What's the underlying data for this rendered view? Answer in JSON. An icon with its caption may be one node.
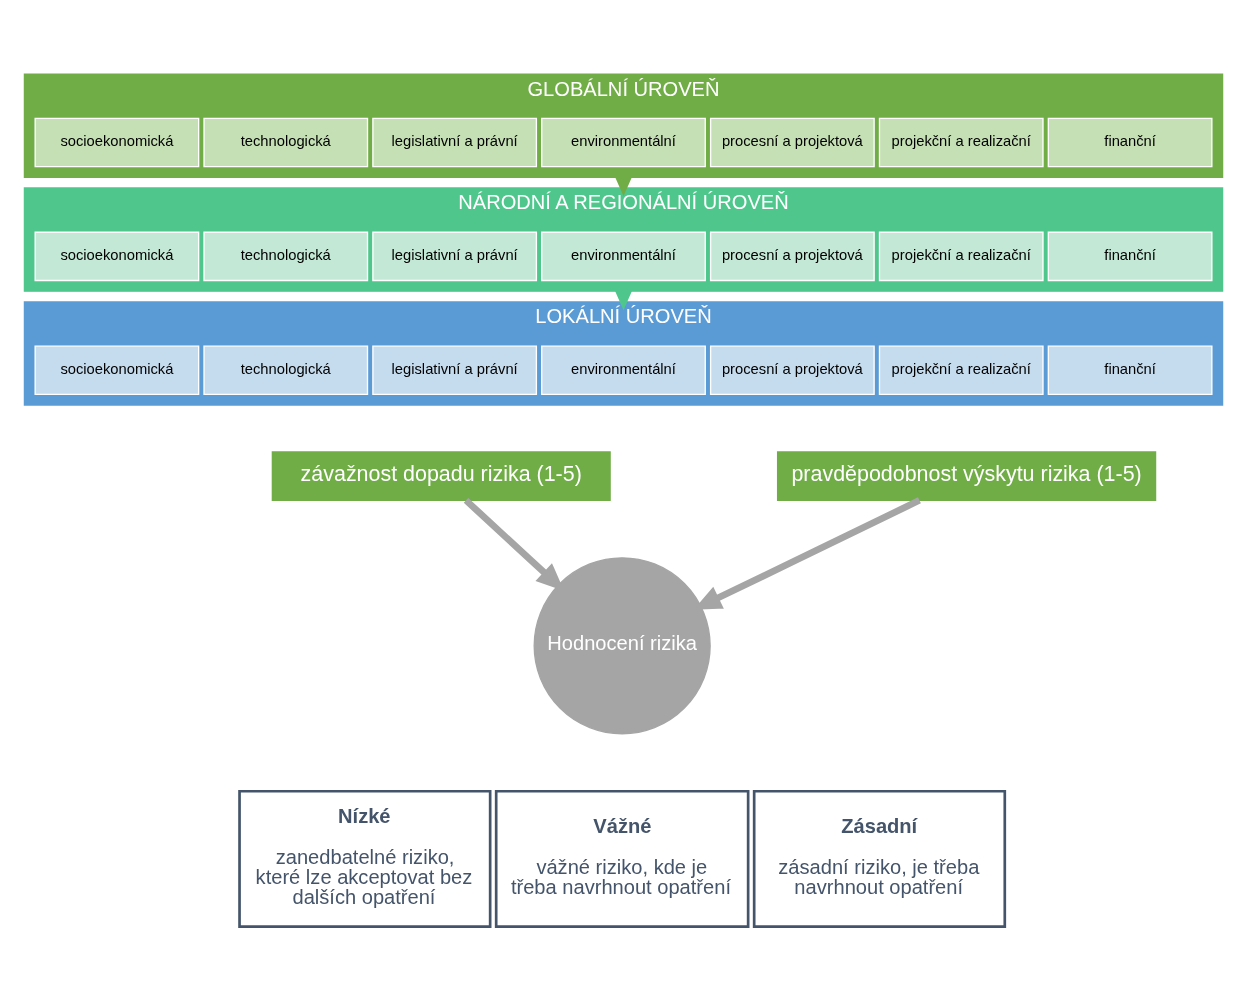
{
  "diagram": {
    "nodes": [
      {
        "text": [
          "GLOBÁLNÍ ÚROVEŇ"
        ]
      },
      {
        "text": [
          "socioekonomická"
        ],
        "in": 0
      },
      {
        "text": [
          "technologická"
        ],
        "in": 0
      },
      {
        "text": [
          "legislativní a právní"
        ],
        "in": 0
      },
      {
        "text": [
          "environmentální"
        ],
        "in": 0
      },
      {
        "text": [
          "procesní a projektová"
        ],
        "in": 0
      },
      {
        "text": [
          "projekční a realizační"
        ],
        "in": 0
      },
      {
        "text": [
          "finanční"
        ],
        "in": 0
      },
      {
        "text": [
          "NÁRODNÍ A REGIONÁLNÍ ÚROVEŇ"
        ]
      },
      {
        "text": [
          "socioekonomická"
        ],
        "in": 8
      },
      {
        "text": [
          "technologická"
        ],
        "in": 8
      },
      {
        "text": [
          "legislativní a právní"
        ],
        "in": 8
      },
      {
        "text": [
          "environmentální"
        ],
        "in": 8
      },
      {
        "text": [
          "procesní a projektová"
        ],
        "in": 8
      },
      {
        "text": [
          "projekční a realizační"
        ],
        "in": 8
      },
      {
        "text": [
          "finanční"
        ],
        "in": 8
      },
      {
        "text": [
          "LOKÁLNÍ ÚROVEŇ"
        ]
      },
      {
        "text": [
          "socioekonomická"
        ],
        "in": 16
      },
      {
        "text": [
          "technologická"
        ],
        "in": 16
      },
      {
        "text": [
          "legislativní a právní"
        ],
        "in": 16
      },
      {
        "text": [
          "environmentální"
        ],
        "in": 16
      },
      {
        "text": [
          "procesní a projektová"
        ],
        "in": 16
      },
      {
        "text": [
          "projekční a realizační"
        ],
        "in": 16
      },
      {
        "text": [
          "finanční"
        ],
        "in": 16
      },
      {
        "text": [
          "závažnost dopadu rizika (1-5)"
        ]
      },
      {
        "text": [
          "pravděpodobnost výskytu rizika (1-5)"
        ]
      },
      {
        "text": [
          "Hodnocení rizika"
        ]
      },
      {
        "text": [
          "Nízké",
          "zanedbatelné riziko, které lze akceptovat bez dalších opatření"
        ]
      },
      {
        "text": [
          "Vážné",
          "vážné riziko, kde je třeba navrhnout opatření"
        ]
      },
      {
        "text": [
          "Zásadní",
          "zásadní riziko, je třeba navrhnout opatření"
        ]
      }
    ],
    "edges": [
      {
        "from": 0,
        "to": 8,
        "arrow": "to",
        "color": "#70ad47"
      },
      {
        "from": 8,
        "to": 16,
        "arrow": "to",
        "color": "#4fc78c"
      },
      {
        "from": 24,
        "to": 26,
        "arrow": "to",
        "color": "#a5a5a5"
      },
      {
        "from": 25,
        "to": 26,
        "arrow": "to",
        "color": "#a5a5a5"
      }
    ]
  }
}
